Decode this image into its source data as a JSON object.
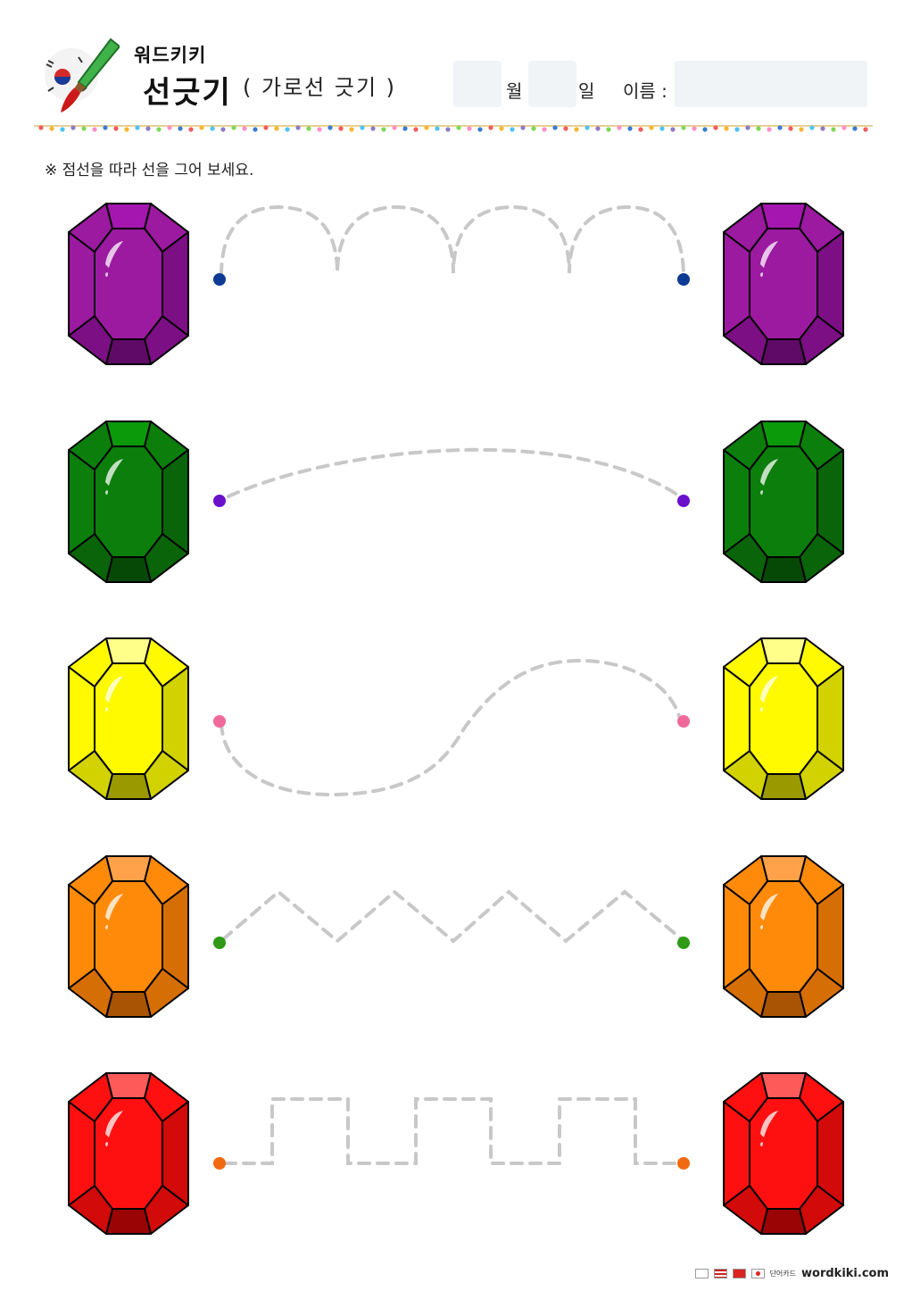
{
  "header": {
    "brand": "워드키키",
    "title": "선긋기",
    "subtitle": "( 가로선 긋기 )",
    "month_label": "월",
    "day_label": "일",
    "name_label": "이름 :"
  },
  "instruction": "※ 점선을 따라 선을 그어 보세요.",
  "rows": [
    {
      "gem_color": "purple",
      "pattern": "loops",
      "dot_color": "#0d3a94"
    },
    {
      "gem_color": "green",
      "pattern": "arc",
      "dot_color": "#6a11cc"
    },
    {
      "gem_color": "yellow",
      "pattern": "s-curve",
      "dot_color": "#f06a9c"
    },
    {
      "gem_color": "orange",
      "pattern": "zigzag",
      "dot_color": "#2e9a16"
    },
    {
      "gem_color": "red",
      "pattern": "square-wave",
      "dot_color": "#f26a10"
    }
  ],
  "colors": {
    "purple": [
      "#a516b0",
      "#9b1aa0",
      "#7c0f84",
      "#5f0a66"
    ],
    "green": [
      "#0a9a0a",
      "#0c7e0c",
      "#0a640a",
      "#064806"
    ],
    "yellow": [
      "#ffff8a",
      "#fffa00",
      "#d2d200",
      "#9a9a00"
    ],
    "orange": [
      "#ffa24a",
      "#ff8a0a",
      "#d66e06",
      "#a85404"
    ],
    "red": [
      "#ff5a5a",
      "#ff1010",
      "#d20a0a",
      "#9a0404"
    ],
    "guide_line": "#c8c8c8"
  },
  "footer": {
    "small_text": "단어카드",
    "brand": "wordkiki.com"
  }
}
